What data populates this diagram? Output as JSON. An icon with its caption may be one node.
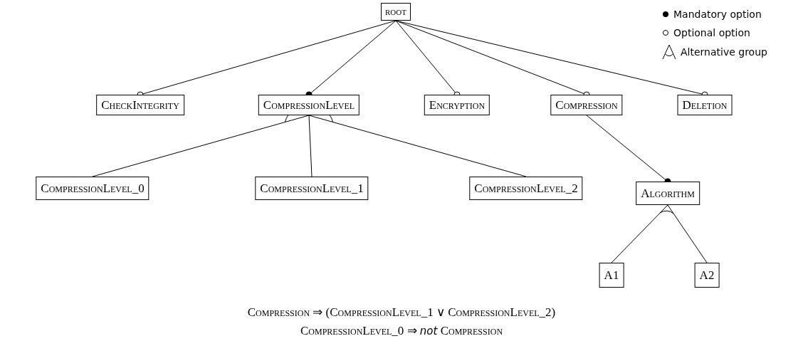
{
  "diagram": {
    "nodes": [
      {
        "text": [
          "root"
        ]
      },
      {
        "text": [
          "CheckIntegrity"
        ]
      },
      {
        "text": [
          "CompressionLevel"
        ]
      },
      {
        "text": [
          "Encryption"
        ]
      },
      {
        "text": [
          "Compression"
        ]
      },
      {
        "text": [
          "Deletion"
        ]
      },
      {
        "text": [
          "CompressionLevel_0"
        ]
      },
      {
        "text": [
          "CompressionLevel_1"
        ]
      },
      {
        "text": [
          "CompressionLevel_2"
        ]
      },
      {
        "text": [
          "Algorithm"
        ]
      },
      {
        "text": [
          "A1"
        ]
      },
      {
        "text": [
          "A2"
        ]
      }
    ],
    "edges": [
      {
        "from": 0,
        "to": 1,
        "arrow": "other"
      },
      {
        "from": 0,
        "to": 2,
        "arrow": "other"
      },
      {
        "from": 0,
        "to": 3,
        "arrow": "other"
      },
      {
        "from": 0,
        "to": 4,
        "arrow": "other"
      },
      {
        "from": 0,
        "to": 5,
        "arrow": "other"
      },
      {
        "from": 2,
        "to": 6,
        "arrow": "none"
      },
      {
        "from": 2,
        "to": 7,
        "arrow": "none"
      },
      {
        "from": 2,
        "to": 8,
        "arrow": "none"
      },
      {
        "from": 4,
        "to": 9,
        "arrow": "other"
      },
      {
        "from": 9,
        "to": 10,
        "arrow": "none"
      },
      {
        "from": 9,
        "to": 11,
        "arrow": "none"
      }
    ],
    "labels": [
      "Compression ⇒ (CompressionLevel_1 ∨ CompressionLevel_2)",
      "CompressionLevel_0 ⇒ *not* Compression"
    ],
    "legend": [
      {
        "text": "Mandatory option"
      },
      {
        "text": "Optional option"
      },
      {
        "text": "Alternative group"
      }
    ]
  }
}
